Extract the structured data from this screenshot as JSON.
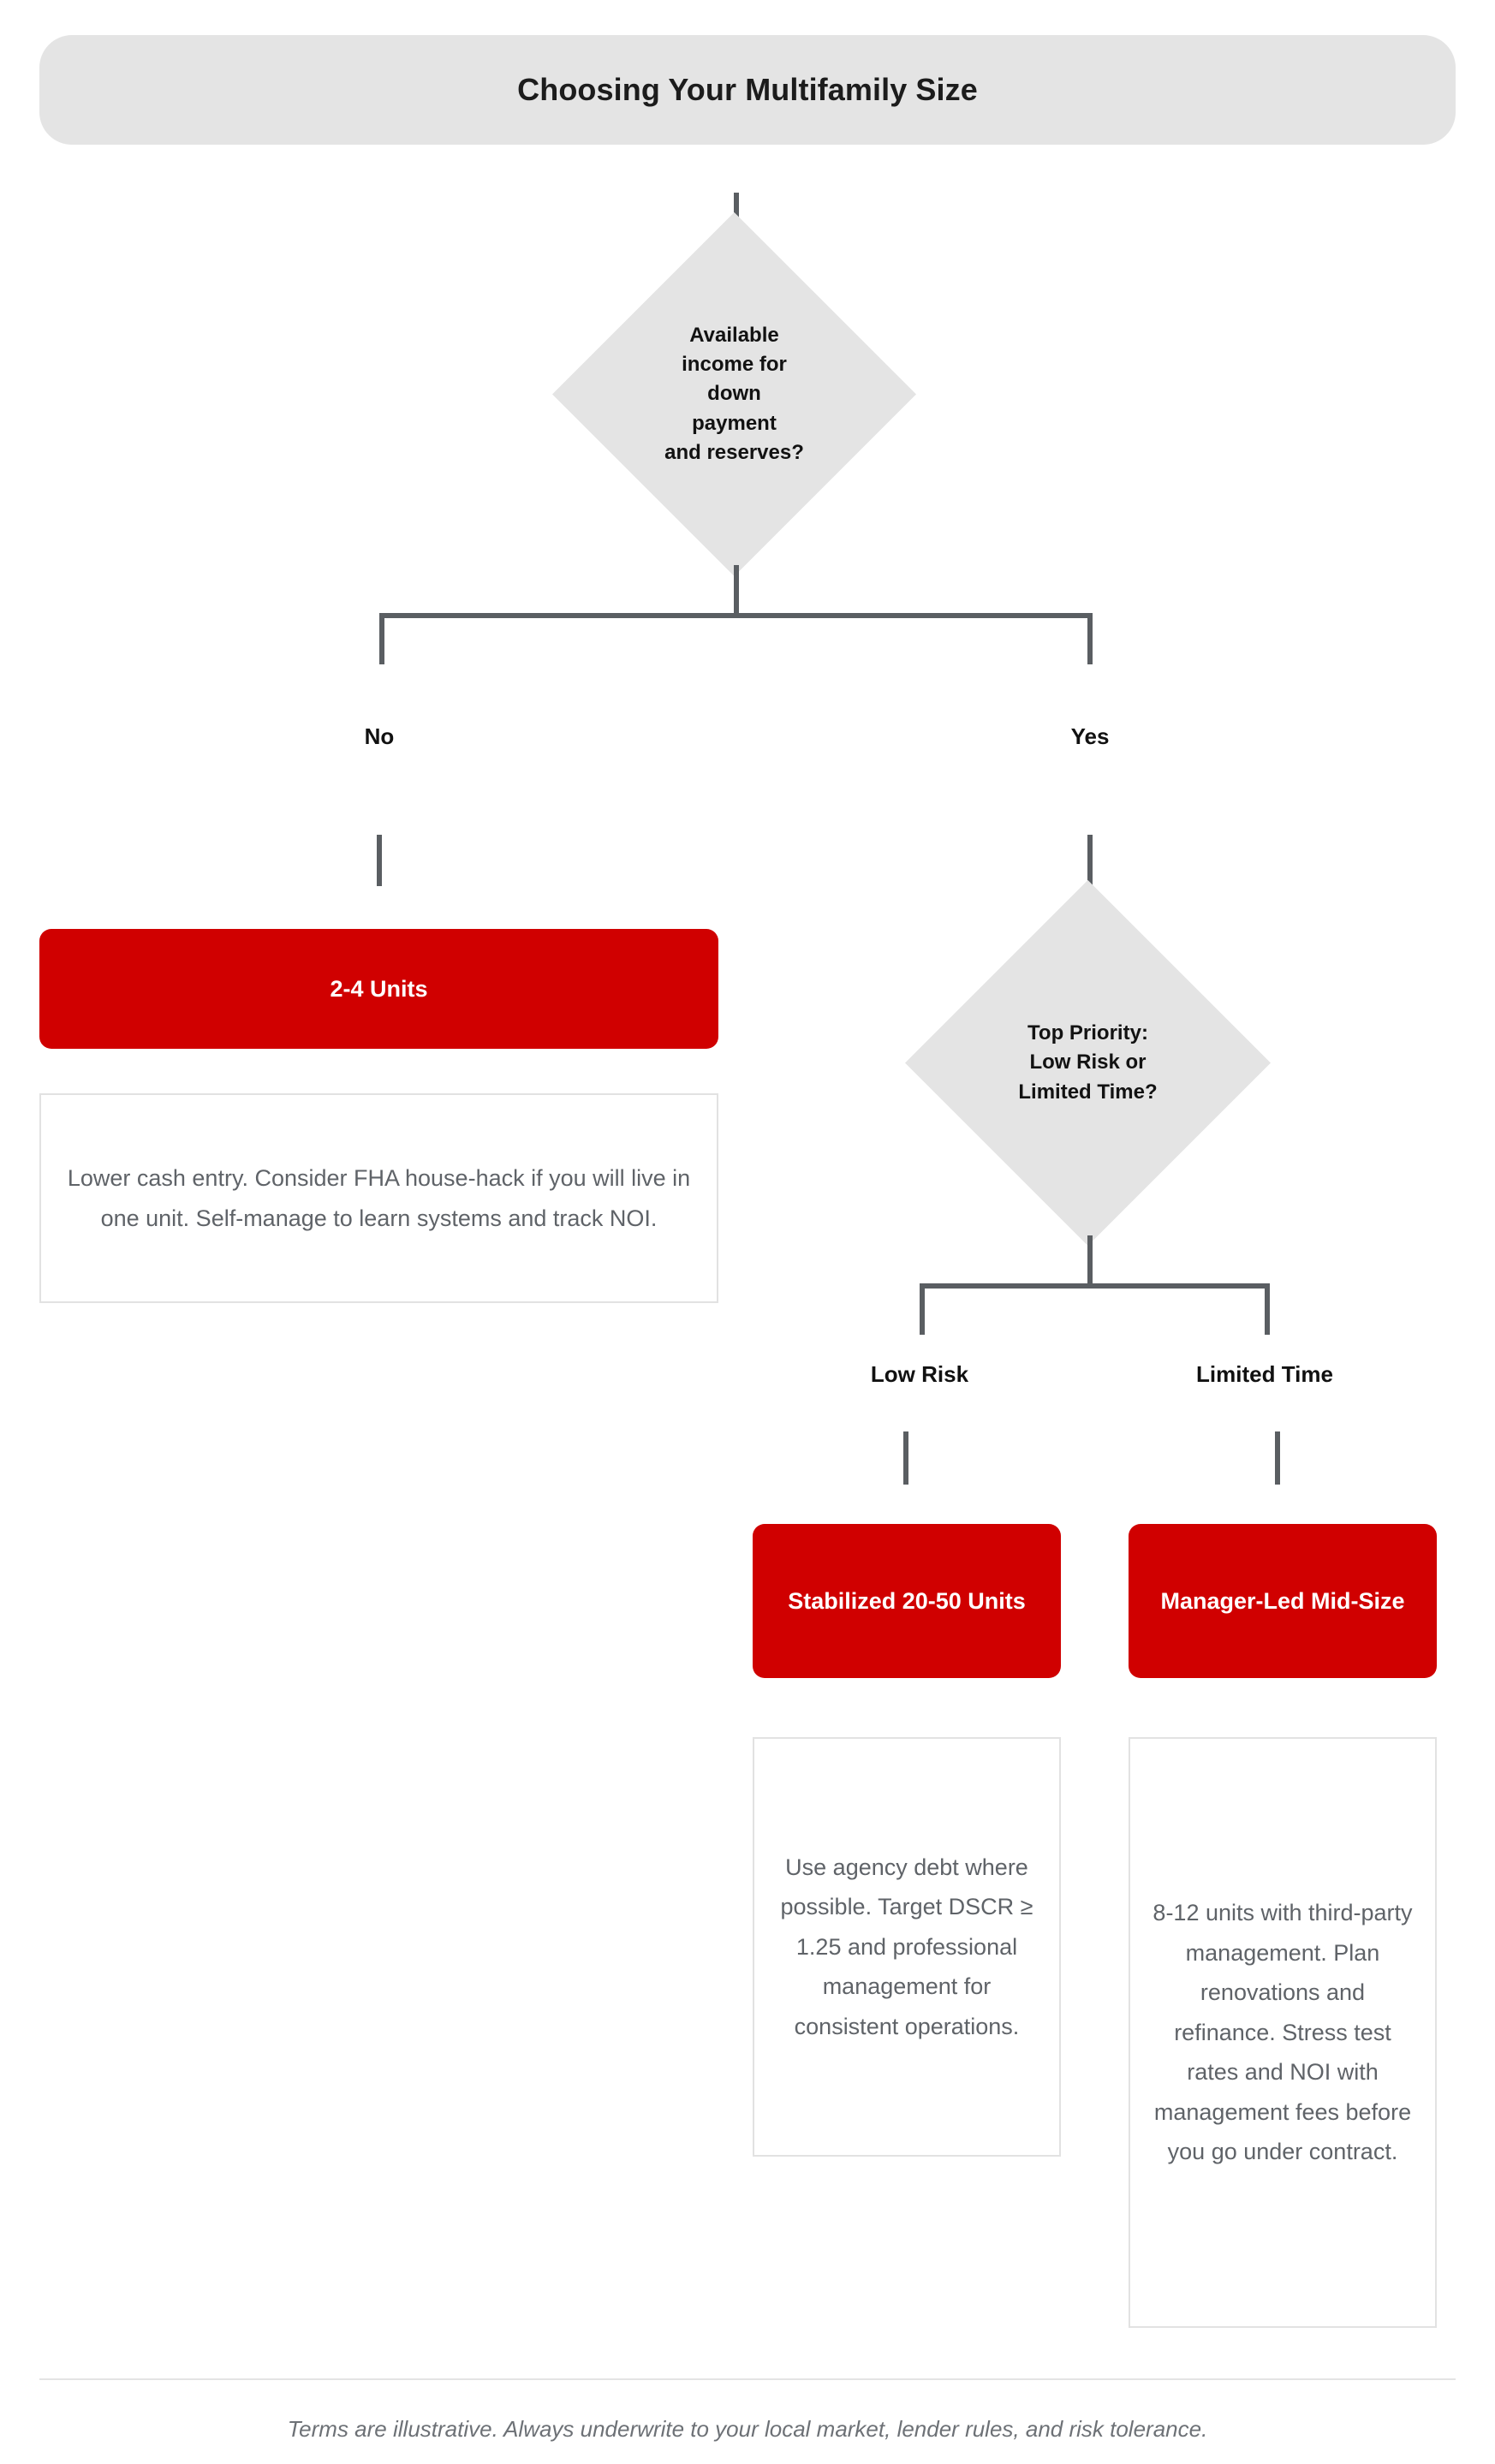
{
  "header": {
    "title": "Choosing Your Multifamily Size"
  },
  "colors": {
    "header_bg": "#e4e4e4",
    "diamond_bg": "#e4e4e4",
    "outcome_red": "#d00000",
    "connector": "#5a5e62",
    "note_border": "#e2e2e2",
    "note_text": "#5f6368",
    "footer_text": "#6d7176"
  },
  "flow": {
    "decision_1": {
      "text": "Available\nincome for\ndown\npayment\nand reserves?",
      "branches": {
        "left_label": "No",
        "right_label": "Yes"
      }
    },
    "decision_2": {
      "text": "Top Priority:\nLow Risk or\nLimited Time?",
      "branches": {
        "left_label": "Low Risk",
        "right_label": "Limited Time"
      }
    },
    "outcomes": [
      {
        "id": "two-to-four-units",
        "label": "2-4 Units",
        "note": "Lower cash entry. Consider FHA house-hack if you will live in one unit. Self-manage to learn systems and track NOI."
      },
      {
        "id": "stabilized-20-50-units",
        "label": "Stabilized 20-50 Units",
        "note": "Use agency debt where possible. Target DSCR ≥ 1.25 and professional management for consistent operations."
      },
      {
        "id": "manager-led-mid-size",
        "label": "Manager-Led Mid-Size",
        "note": "8-12 units with third-party management. Plan renovations and refinance. Stress test rates and NOI with management fees before you go under contract."
      }
    ]
  },
  "footer": {
    "disclaimer": "Terms are illustrative. Always underwrite to your local market, lender rules, and risk tolerance."
  }
}
